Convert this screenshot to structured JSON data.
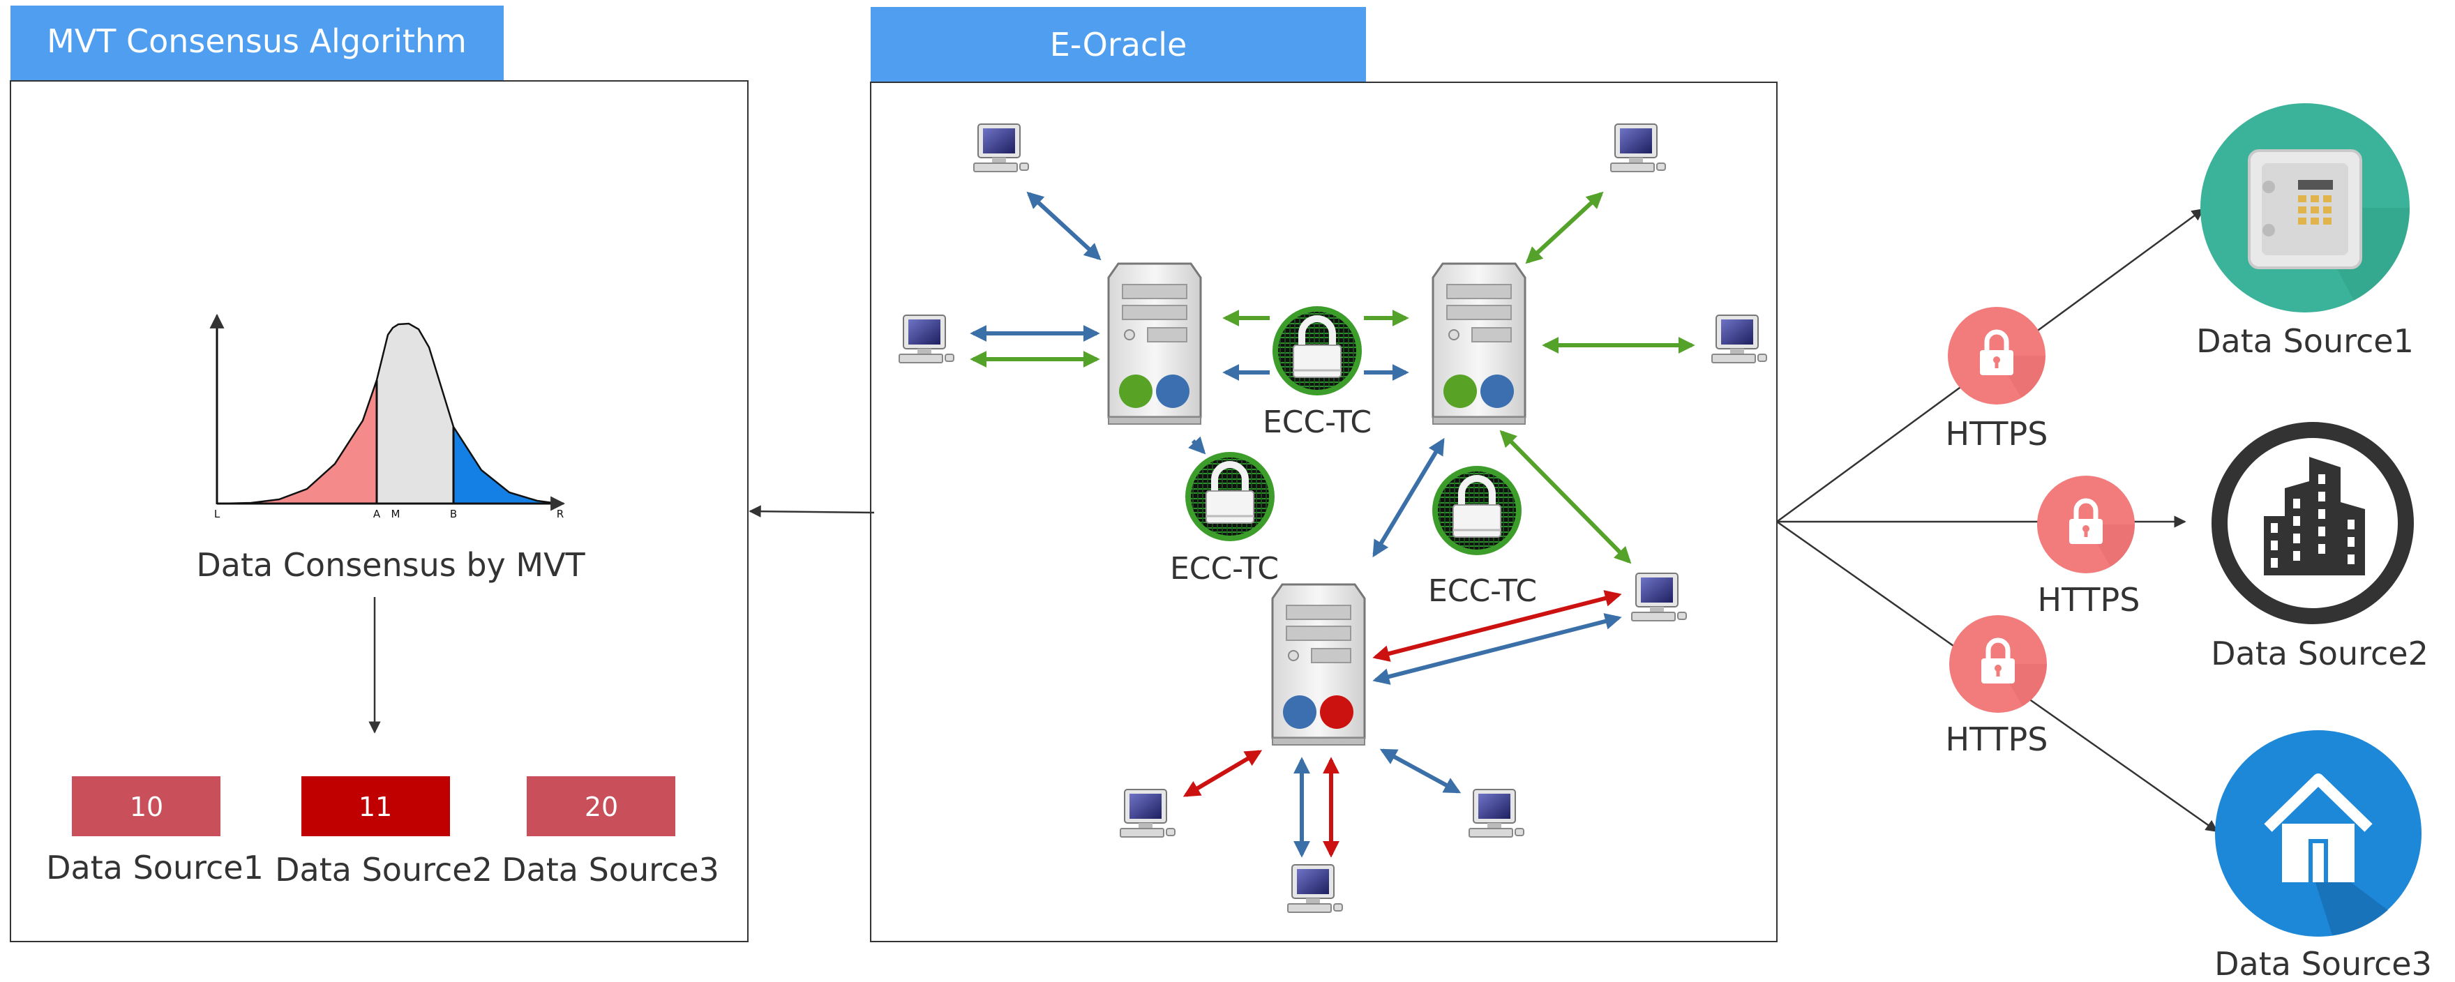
{
  "mvt_panel": {
    "title": "MVT Consensus Algorithm",
    "chart_caption": "Data Consensus by MVT",
    "axis_ticks": [
      "L",
      "A",
      "M",
      "B",
      "R"
    ],
    "values": [
      {
        "value": "10",
        "label": "Data Source1",
        "color": "#c9505b"
      },
      {
        "value": "11",
        "label": "Data Source2",
        "color": "#c00000"
      },
      {
        "value": "20",
        "label": "Data Source3",
        "color": "#c9505b"
      }
    ]
  },
  "oracle_panel": {
    "title": "E-Oracle",
    "ecc_labels": [
      "ECC-TC",
      "ECC-TC",
      "ECC-TC"
    ]
  },
  "sources": [
    {
      "label": "Data Source1",
      "protocol": "HTTPS",
      "color": "#3bb39a",
      "icon": "safe-icon"
    },
    {
      "label": "Data Source2",
      "protocol": "HTTPS",
      "color": "#333333",
      "icon": "city-icon"
    },
    {
      "label": "Data Source3",
      "protocol": "HTTPS",
      "color": "#1e88d8",
      "icon": "house-icon"
    }
  ],
  "colors": {
    "header_blue": "#4f9ef0",
    "arrow_blue": "#3b6fa8",
    "arrow_green": "#55a22a",
    "arrow_red": "#cc1111",
    "lock_badge": "#f27c7c"
  }
}
